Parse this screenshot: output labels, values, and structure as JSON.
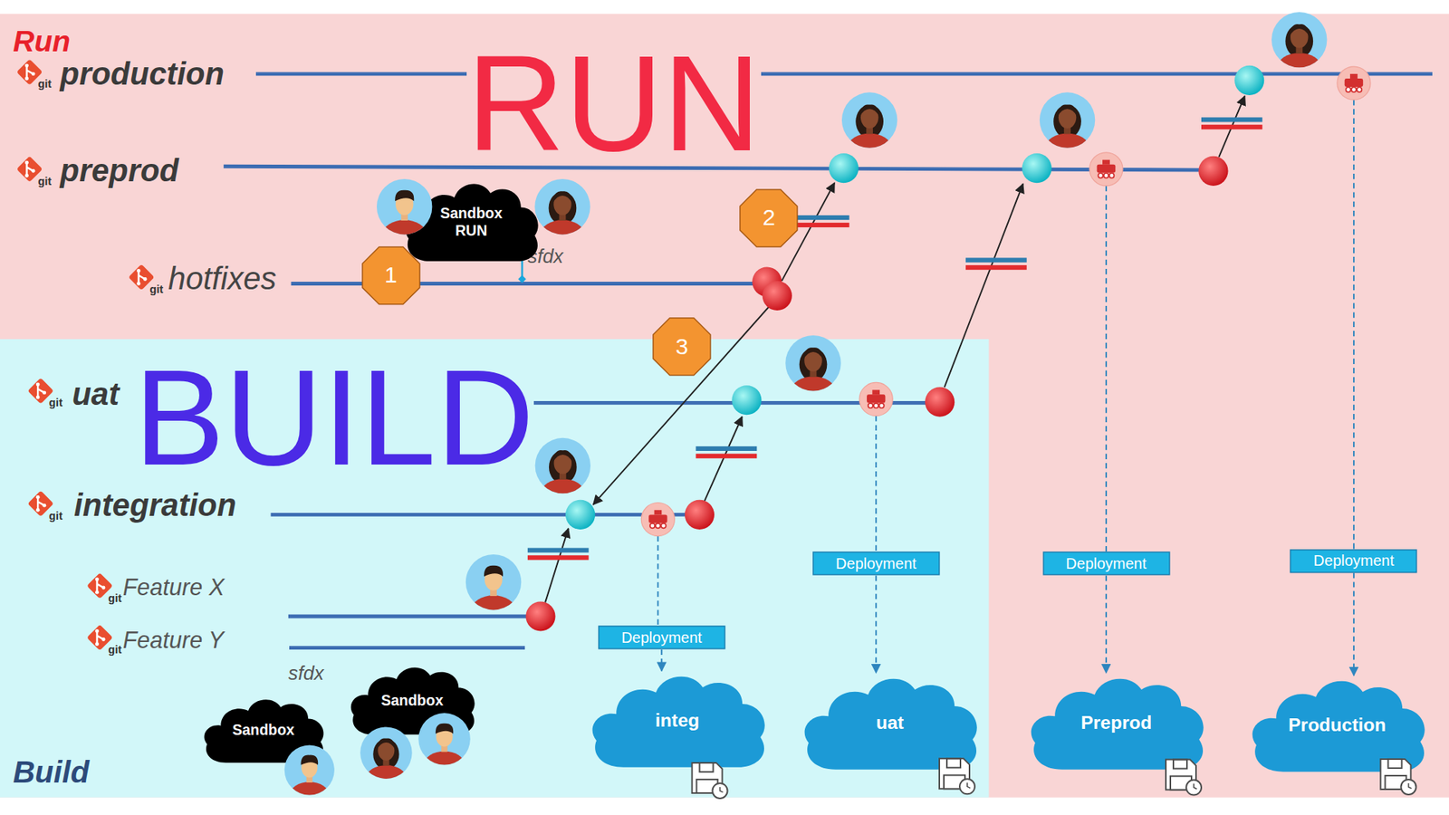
{
  "diagram": {
    "nodes": [
      {
        "text": [
          "Sandbox RUN"
        ]
      },
      {
        "text": [
          "2"
        ]
      },
      {
        "text": [
          "1"
        ]
      },
      {
        "text": [
          "3"
        ]
      },
      {
        "text": [
          "Deployment"
        ]
      },
      {
        "text": [
          "Deployment"
        ]
      },
      {
        "text": [
          "Deployment"
        ]
      },
      {
        "text": [
          "Deployment"
        ]
      },
      {
        "text": [
          "Sandbox"
        ]
      },
      {
        "text": [
          "integ"
        ]
      },
      {
        "text": [
          "uat"
        ]
      },
      {
        "text": [
          "Preprod"
        ]
      },
      {
        "text": [
          "Production"
        ]
      },
      {
        "text": [
          "Sandbox"
        ]
      }
    ],
    "edges": [
      {
        "from": 7,
        "to": 9,
        "arrow": "to"
      },
      {
        "from": 4,
        "to": 10,
        "arrow": "to"
      },
      {
        "from": 5,
        "to": 11,
        "arrow": "to"
      },
      {
        "from": 6,
        "to": 12,
        "arrow": "to"
      }
    ],
    "labels": [
      "Run",
      "git",
      "production",
      "RUN",
      "git",
      "preprod",
      "sfdx",
      "git",
      "hotfixes",
      "git",
      "uat",
      "BUILD",
      "git",
      "integration",
      "git",
      "Feature X",
      "git",
      "Feature Y",
      "sfdx",
      "Build"
    ]
  }
}
